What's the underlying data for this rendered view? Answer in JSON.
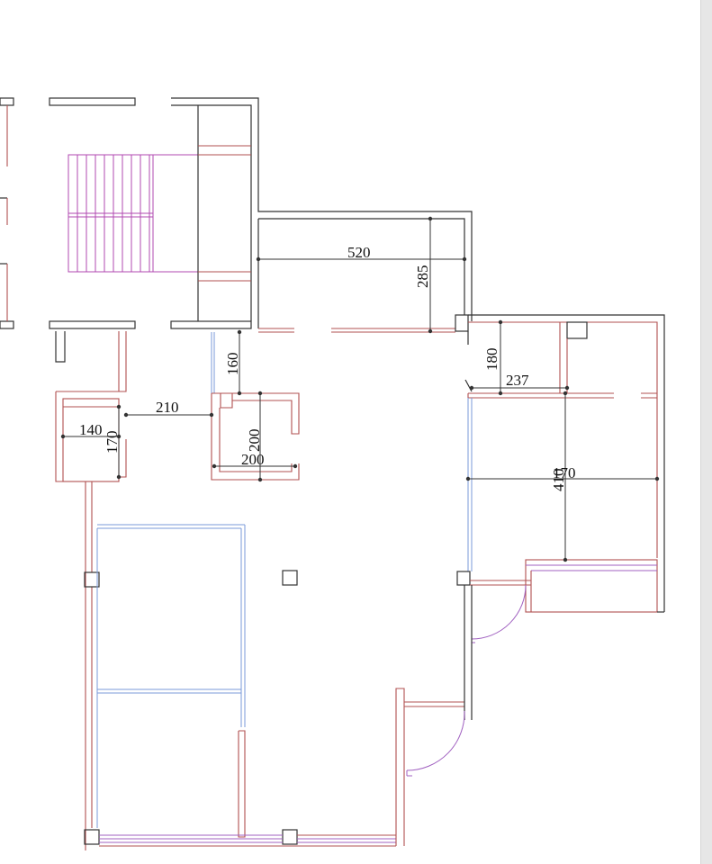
{
  "dimensions": {
    "d520": "520",
    "d285": "285",
    "d160": "160",
    "d180": "180",
    "d237": "237",
    "d210": "210",
    "d140": "140",
    "d170a": "170",
    "d200a": "200",
    "d200b": "200",
    "d410": "410",
    "d170b": "170"
  },
  "colors": {
    "wall": "#333333",
    "wall_red": "#b05050",
    "window_blue": "#7a9ad8",
    "stair_pink": "#b04ab0"
  }
}
